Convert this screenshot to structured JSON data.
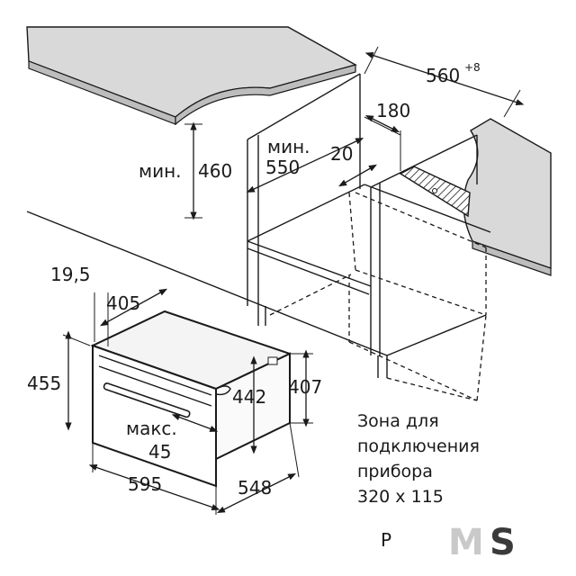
{
  "dimensions": {
    "niche_width": "560",
    "niche_width_tolerance": "+8",
    "min_label_1": "мин.",
    "niche_height": "460",
    "min_label_2": "мин.",
    "niche_depth": "550",
    "vent_width": "180",
    "vent_gap": "20",
    "panel_offset": "19,5",
    "front_depth": "405",
    "oven_height": "455",
    "inner_height": "442",
    "side_height": "407",
    "max_label": "макс.",
    "max_value": "45",
    "oven_width": "595",
    "oven_depth": "548"
  },
  "connection_zone": {
    "line1": "Зона для",
    "line2": "подключения",
    "line3": "прибора",
    "line4": "320 x 115"
  },
  "footer": {
    "letter": "P"
  },
  "logo": {
    "text_m": "M",
    "text_s": "S"
  }
}
